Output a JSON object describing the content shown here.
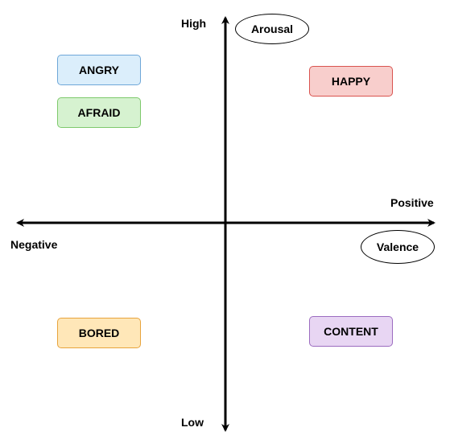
{
  "axes": {
    "vertical": {
      "title": "Arousal",
      "high_label": "High",
      "low_label": "Low"
    },
    "horizontal": {
      "title": "Valence",
      "positive_label": "Positive",
      "negative_label": "Negative"
    }
  },
  "emotions": {
    "angry": {
      "label": "ANGRY",
      "fill": "#dbeefb",
      "stroke": "#6ea7d8"
    },
    "afraid": {
      "label": "AFRAID",
      "fill": "#d6f2d0",
      "stroke": "#7ec96c"
    },
    "happy": {
      "label": "HAPPY",
      "fill": "#f8cecc",
      "stroke": "#d9534f"
    },
    "bored": {
      "label": "BORED",
      "fill": "#ffe7b8",
      "stroke": "#e8a33c"
    },
    "content": {
      "label": "CONTENT",
      "fill": "#e8d6f3",
      "stroke": "#9c6cc0"
    }
  }
}
